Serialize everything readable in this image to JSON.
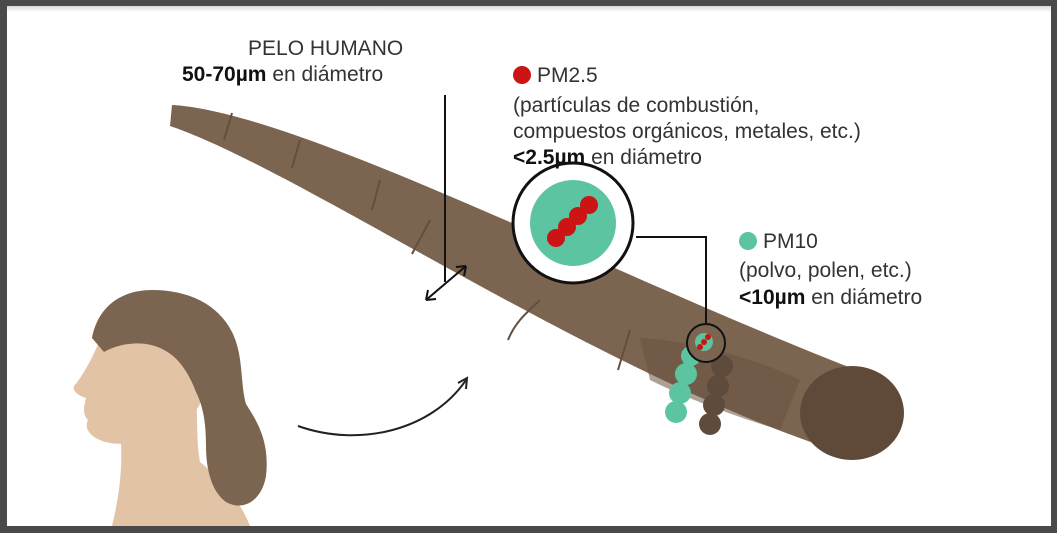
{
  "colors": {
    "hair": "#7b6450",
    "hair_dark": "#6a5442",
    "hair_end": "#5f4a3a",
    "skin": "#e2c3a5",
    "pm25": "#cc1414",
    "pm10": "#5cc4a0",
    "pm10_shadow": "#5e4b3b",
    "text": "#333333"
  },
  "hair_label": {
    "title": "PELO HUMANO",
    "size": "50-70µm",
    "suffix": " en diámetro"
  },
  "pm25": {
    "name": "PM2.5",
    "description_line1": "(partículas de combustión,",
    "description_line2": "compuestos orgánicos, metales, etc.)",
    "size": "<2.5µm",
    "suffix": " en diámetro"
  },
  "pm10": {
    "name": "PM10",
    "description": "(polvo, polen, etc.)",
    "size": "<10µm",
    "suffix": " en diámetro"
  },
  "icons": [
    "woman-profile-icon",
    "curved-arrow-icon",
    "double-arrow-icon",
    "magnifier-circle-icon"
  ]
}
